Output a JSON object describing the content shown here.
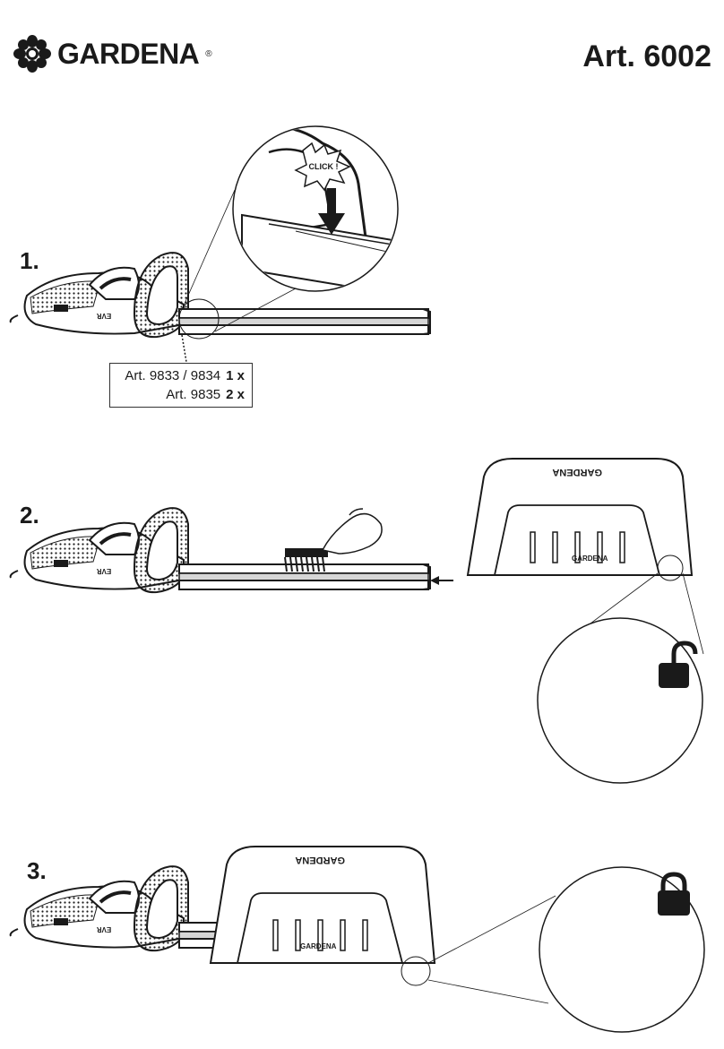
{
  "header": {
    "brand": "GARDENA",
    "article": "Art. 6002"
  },
  "steps": {
    "step1": {
      "number": "1.",
      "click_label": "CLICK !"
    },
    "step2": {
      "number": "2."
    },
    "step3": {
      "number": "3."
    }
  },
  "accessories": [
    {
      "article": "Art. 9833 / 9834",
      "qty": "1 x"
    },
    {
      "article": "Art. 9835",
      "qty": "2 x"
    }
  ],
  "collector_brand": "GARDENA",
  "icons": {
    "unlock": "unlock-icon",
    "lock": "lock-icon",
    "arrow": "arrow-left-icon"
  },
  "colors": {
    "ink": "#1a1a1a",
    "bg": "#ffffff",
    "shade": "#d6d6d6"
  }
}
